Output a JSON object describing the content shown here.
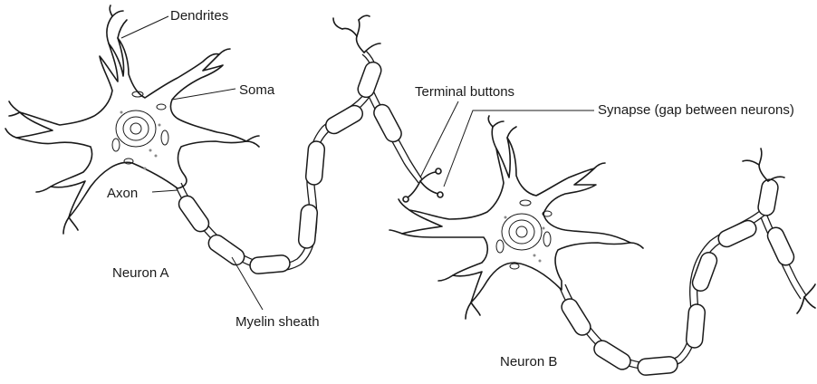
{
  "labels": {
    "dendrites": "Dendrites",
    "soma": "Soma",
    "axon": "Axon",
    "neuron_a": "Neuron A",
    "myelin_sheath": "Myelin sheath",
    "terminal_buttons": "Terminal buttons",
    "synapse": "Synapse (gap between neurons)",
    "neuron_b": "Neuron B"
  },
  "colors": {
    "ink": "#1a1a1a",
    "background": "#ffffff"
  }
}
